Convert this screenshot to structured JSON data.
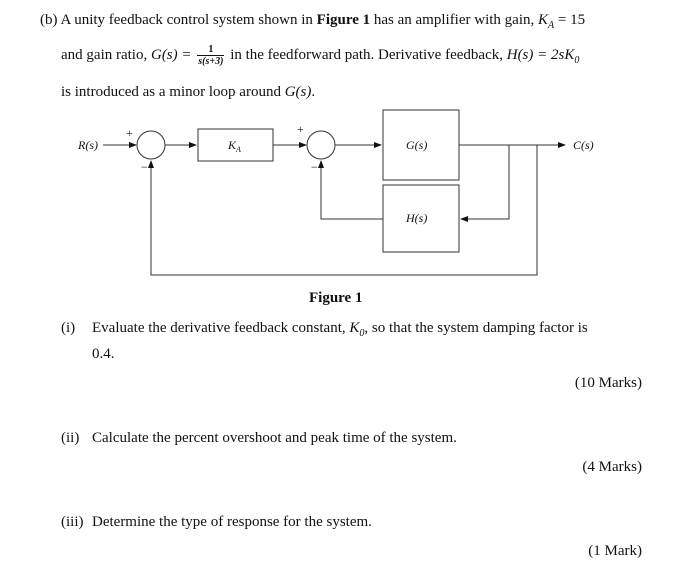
{
  "problem": {
    "label": "(b)",
    "line1_a": "A unity feedback control system shown in ",
    "line1_bold": "Figure 1",
    "line1_b": " has an amplifier with gain, ",
    "ka_sym": "K",
    "ka_sub": "A",
    "ka_eq": " = 15",
    "line2_a": "and gain ratio, ",
    "gs_lhs": "G(s) = ",
    "frac_num": "1",
    "frac_den": "s(s+3)",
    "line2_b": " in the feedforward path. Derivative feedback, ",
    "hs_eq": "H(s) = 2sK",
    "hs_sub": "0",
    "line3_a": "is introduced as a minor loop around ",
    "line3_gs": "G(s)",
    "line3_b": "."
  },
  "diagram": {
    "r_label": "R(s)",
    "c_label": "C(s)",
    "ka_label": "K",
    "ka_sub": "A",
    "g_label": "G(s)",
    "h_label": "H(s)",
    "plus1": "+",
    "minus1": "−",
    "plus2": "+",
    "minus2": "−"
  },
  "figure_caption": "Figure 1",
  "questions": [
    {
      "num": "(i)",
      "text_a": "Evaluate the derivative feedback constant, ",
      "k0_sym": "K",
      "k0_sub": "0",
      "text_b": ", so that the system damping factor is",
      "text_c": "0.4.",
      "marks": "(10 Marks)"
    },
    {
      "num": "(ii)",
      "text": "Calculate the percent overshoot and peak time of the system.",
      "marks": "(4 Marks)"
    },
    {
      "num": "(iii)",
      "text": "Determine the type of response for the system.",
      "marks": "(1 Mark)"
    }
  ]
}
